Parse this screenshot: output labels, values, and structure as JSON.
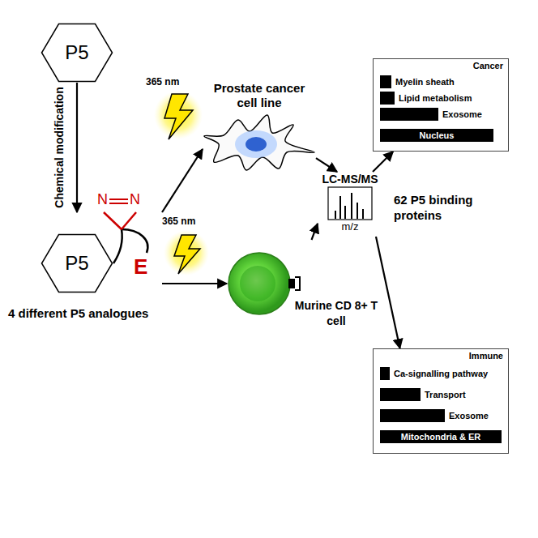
{
  "diagram": {
    "nodes": [
      {
        "text": [
          "P5"
        ]
      },
      {
        "text": [
          "P5"
        ]
      },
      {
        "text": [
          "Prostate cancer cell line"
        ]
      },
      {
        "text": [
          "Murine CD 8+ T cell"
        ]
      },
      {
        "text": [
          "LC-MS/MS",
          "m/z"
        ]
      },
      {
        "text": [
          "Cancer"
        ]
      },
      {
        "text": [
          "Myelin sheath"
        ],
        "in": 5
      },
      {
        "text": [
          "Lipid metabolism"
        ],
        "in": 5
      },
      {
        "text": [
          "Exosome"
        ],
        "in": 5
      },
      {
        "text": [
          "Nucleus"
        ],
        "in": 5
      },
      {
        "text": [
          "Immune"
        ]
      },
      {
        "text": [
          "Ca-signalling pathway"
        ],
        "in": 10
      },
      {
        "text": [
          "Transport"
        ],
        "in": 10
      },
      {
        "text": [
          "Exosome"
        ],
        "in": 10
      },
      {
        "text": [
          "Mitochondria & ER"
        ],
        "in": 10
      }
    ],
    "edges": [
      {
        "from": 0,
        "to": 1,
        "arrow": "to",
        "label": "Chemical modification"
      },
      {
        "from": 1,
        "to": 2,
        "arrow": "to"
      },
      {
        "from": 1,
        "to": 3,
        "arrow": "to"
      },
      {
        "from": 2,
        "to": 4,
        "arrow": "to"
      },
      {
        "from": 3,
        "to": 4,
        "arrow": "to"
      },
      {
        "from": 4,
        "to": 5,
        "arrow": "to"
      },
      {
        "from": 4,
        "to": 10,
        "arrow": "to"
      }
    ],
    "labels": [
      "N",
      "N",
      "E",
      "365 nm",
      "365 nm",
      "4 different P5 analogues",
      "62 P5 binding proteins"
    ]
  }
}
